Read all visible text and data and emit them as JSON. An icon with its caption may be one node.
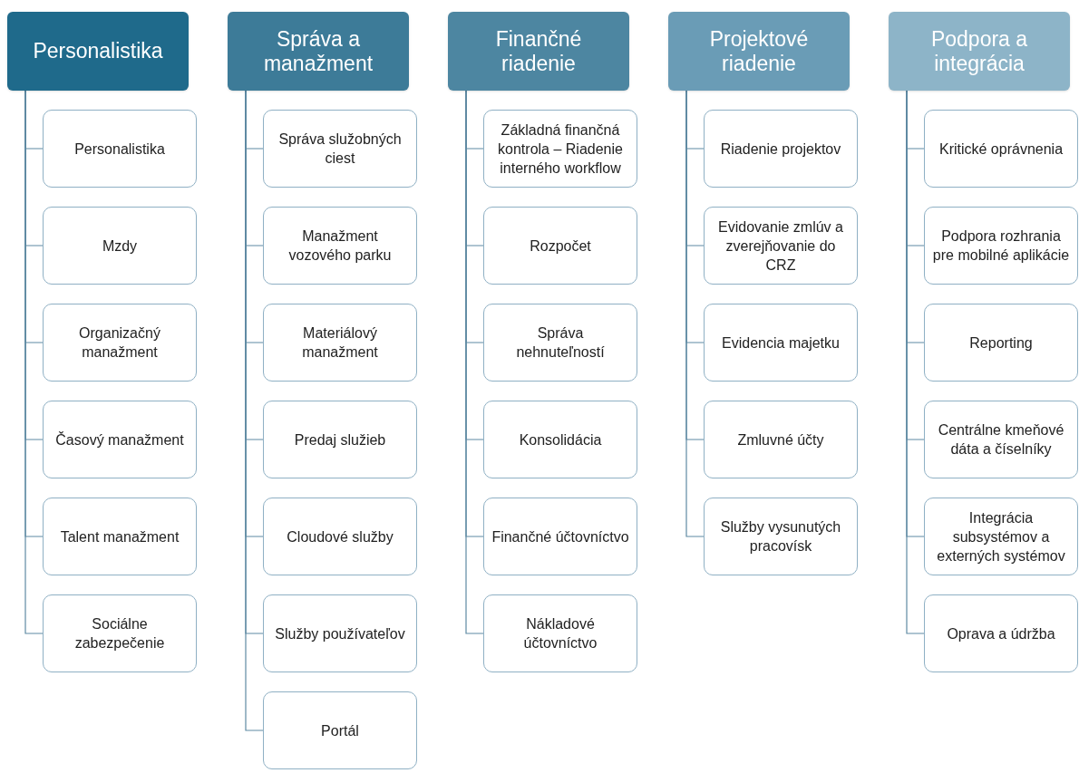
{
  "diagram": {
    "nodes": [
      {
        "text": [
          "Personalistika"
        ]
      },
      {
        "text": [
          "Personalistika"
        ]
      },
      {
        "text": [
          "Mzdy"
        ]
      },
      {
        "text": [
          "Organizačný manažment"
        ]
      },
      {
        "text": [
          "Časový manažment"
        ]
      },
      {
        "text": [
          "Talent manažment"
        ]
      },
      {
        "text": [
          "Sociálne zabezpečenie"
        ]
      },
      {
        "text": [
          "Správa a manažment"
        ]
      },
      {
        "text": [
          "Správa služobných ciest"
        ]
      },
      {
        "text": [
          "Manažment vozového parku"
        ]
      },
      {
        "text": [
          "Materiálový manažment"
        ]
      },
      {
        "text": [
          "Predaj služieb"
        ]
      },
      {
        "text": [
          "Cloudové služby"
        ]
      },
      {
        "text": [
          "Služby používateľov"
        ]
      },
      {
        "text": [
          "Portál"
        ]
      },
      {
        "text": [
          "Finančné riadenie"
        ]
      },
      {
        "text": [
          "Základná finančná kontrola – Riadenie interného workflow"
        ]
      },
      {
        "text": [
          "Rozpočet"
        ]
      },
      {
        "text": [
          "Správa nehnuteľností"
        ]
      },
      {
        "text": [
          "Konsolidácia"
        ]
      },
      {
        "text": [
          "Finančné účtovníctvo"
        ]
      },
      {
        "text": [
          "Nákladové účtovníctvo"
        ]
      },
      {
        "text": [
          "Projektové riadenie"
        ]
      },
      {
        "text": [
          "Riadenie projektov"
        ]
      },
      {
        "text": [
          "Evidovanie zmlúv a zverejňovanie do CRZ"
        ]
      },
      {
        "text": [
          "Evidencia majetku"
        ]
      },
      {
        "text": [
          "Zmluvné účty"
        ]
      },
      {
        "text": [
          "Služby vysunutých pracovísk"
        ]
      },
      {
        "text": [
          "Podpora a integrácia"
        ]
      },
      {
        "text": [
          "Kritické oprávnenia"
        ]
      },
      {
        "text": [
          "Podpora rozhrania pre mobilné aplikácie"
        ]
      },
      {
        "text": [
          "Reporting"
        ]
      },
      {
        "text": [
          "Centrálne kmeňové dáta a číselníky"
        ]
      },
      {
        "text": [
          "Integrácia subsystémov a externých systémov"
        ]
      },
      {
        "text": [
          "Oprava a údržba"
        ]
      }
    ],
    "edges": [
      {
        "from": 0,
        "to": 1,
        "arrow": "none"
      },
      {
        "from": 0,
        "to": 2,
        "arrow": "none"
      },
      {
        "from": 0,
        "to": 3,
        "arrow": "none"
      },
      {
        "from": 0,
        "to": 4,
        "arrow": "none"
      },
      {
        "from": 0,
        "to": 5,
        "arrow": "none"
      },
      {
        "from": 0,
        "to": 6,
        "arrow": "none"
      },
      {
        "from": 7,
        "to": 8,
        "arrow": "none"
      },
      {
        "from": 7,
        "to": 9,
        "arrow": "none"
      },
      {
        "from": 7,
        "to": 10,
        "arrow": "none"
      },
      {
        "from": 7,
        "to": 11,
        "arrow": "none"
      },
      {
        "from": 7,
        "to": 12,
        "arrow": "none"
      },
      {
        "from": 7,
        "to": 13,
        "arrow": "none"
      },
      {
        "from": 7,
        "to": 14,
        "arrow": "none"
      },
      {
        "from": 15,
        "to": 16,
        "arrow": "none"
      },
      {
        "from": 15,
        "to": 17,
        "arrow": "none"
      },
      {
        "from": 15,
        "to": 18,
        "arrow": "none"
      },
      {
        "from": 15,
        "to": 19,
        "arrow": "none"
      },
      {
        "from": 15,
        "to": 20,
        "arrow": "none"
      },
      {
        "from": 15,
        "to": 21,
        "arrow": "none"
      },
      {
        "from": 22,
        "to": 23,
        "arrow": "none"
      },
      {
        "from": 22,
        "to": 24,
        "arrow": "none"
      },
      {
        "from": 22,
        "to": 25,
        "arrow": "none"
      },
      {
        "from": 22,
        "to": 26,
        "arrow": "none"
      },
      {
        "from": 22,
        "to": 27,
        "arrow": "none"
      },
      {
        "from": 28,
        "to": 29,
        "arrow": "none"
      },
      {
        "from": 28,
        "to": 30,
        "arrow": "none"
      },
      {
        "from": 28,
        "to": 31,
        "arrow": "none"
      },
      {
        "from": 28,
        "to": 32,
        "arrow": "none"
      },
      {
        "from": 28,
        "to": 33,
        "arrow": "none"
      },
      {
        "from": 28,
        "to": 34,
        "arrow": "none"
      }
    ]
  }
}
